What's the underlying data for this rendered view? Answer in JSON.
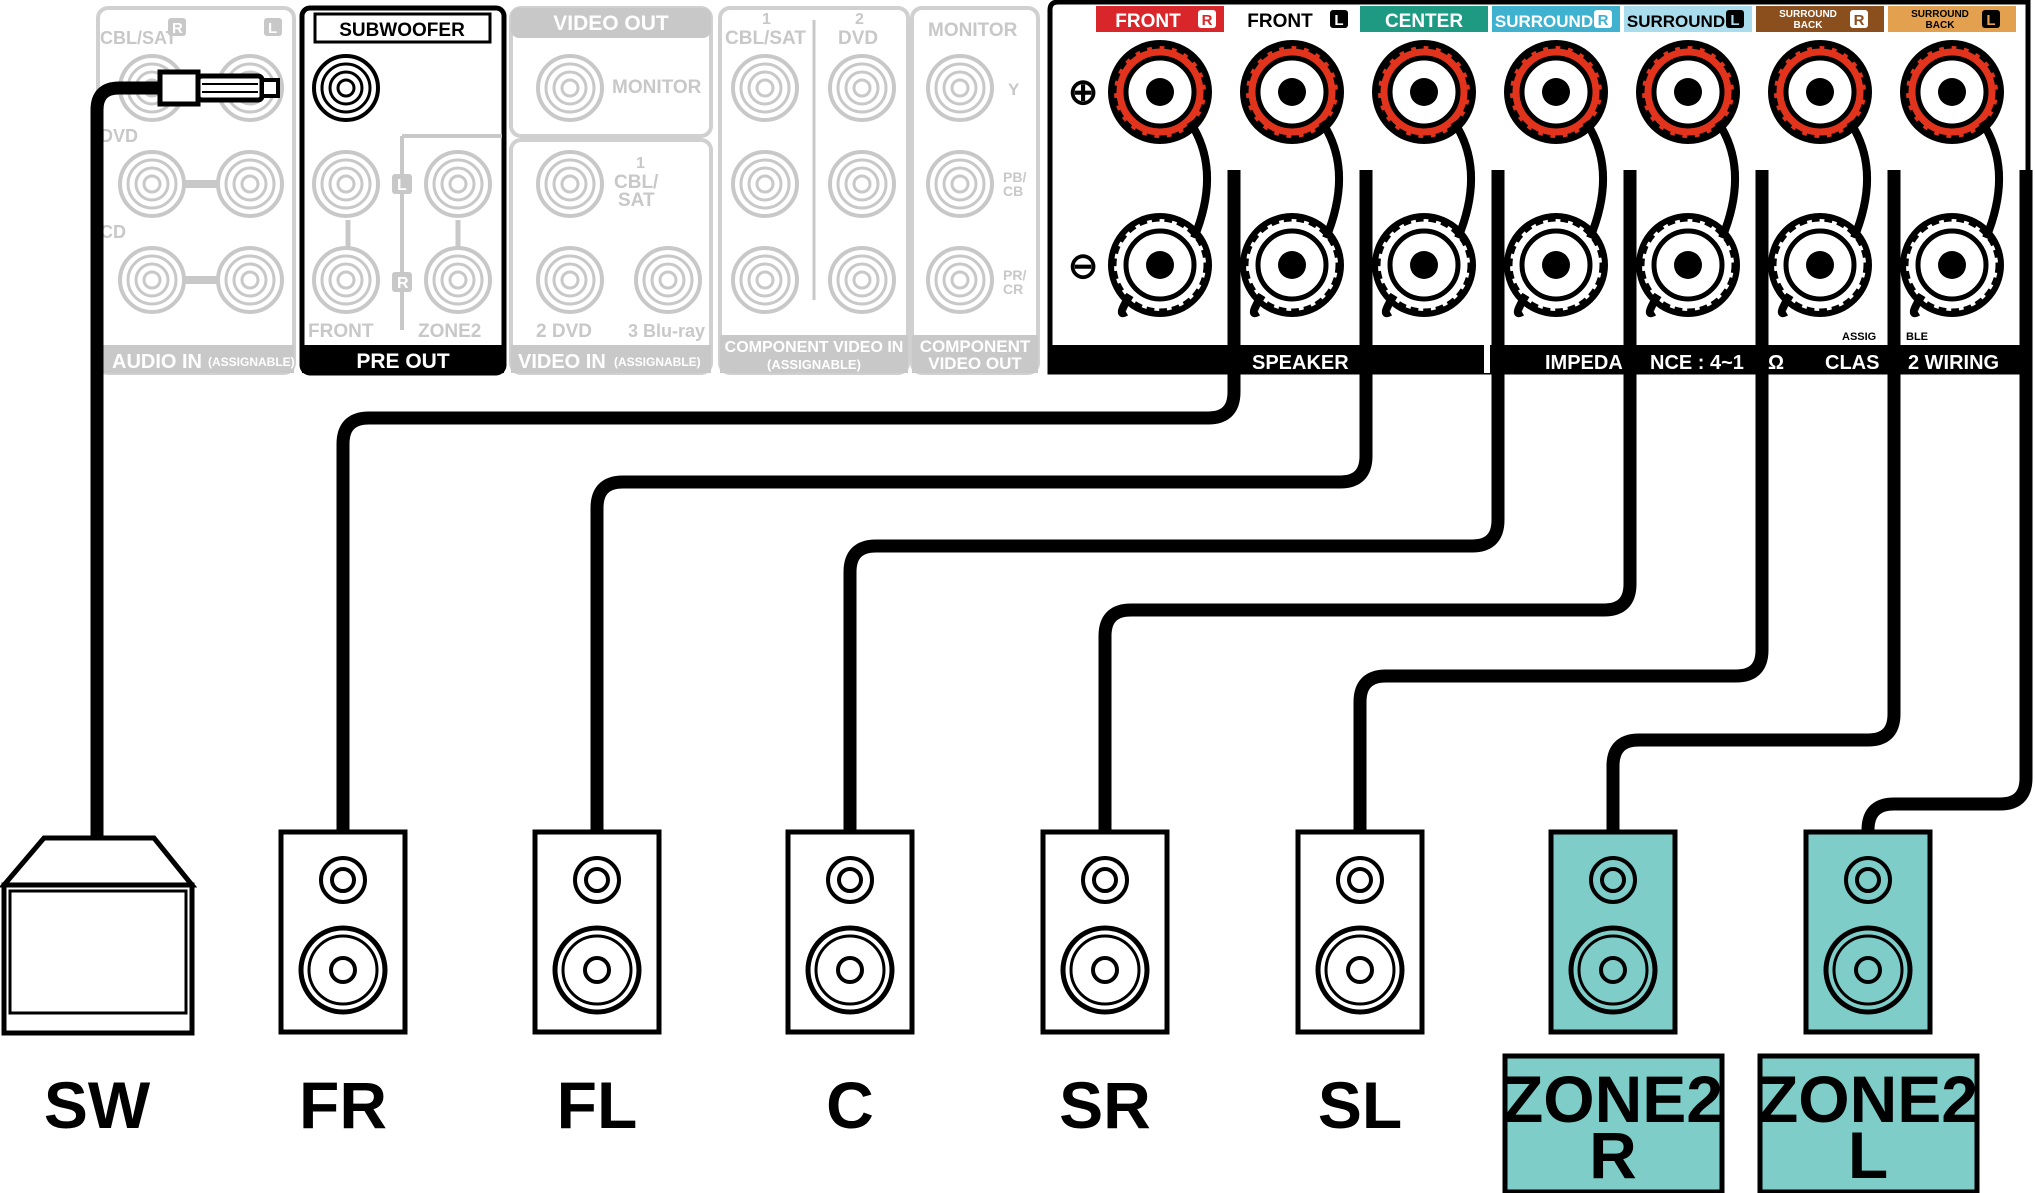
{
  "receiver_panel": {
    "audio_in": {
      "label": "AUDIO IN",
      "sub": "(ASSIGNABLE)",
      "inputs": [
        "CBL/SAT",
        "DVD",
        "CD"
      ],
      "channels": [
        "R",
        "L"
      ]
    },
    "pre_out": {
      "label": "PRE OUT",
      "subwoofer": "SUBWOOFER",
      "front": "FRONT",
      "zone2": "ZONE2",
      "left": "L",
      "right": "R"
    },
    "video_out": {
      "label": "VIDEO OUT",
      "monitor": "MONITOR"
    },
    "video_in": {
      "label": "VIDEO IN",
      "sub": "(ASSIGNABLE)",
      "jack1_num": "1",
      "jack1_name": "CBL/",
      "jack1_name2": "SAT",
      "jack2": "2 DVD",
      "jack3": "3 Blu-ray"
    },
    "component_in": {
      "label": "COMPONENT VIDEO IN",
      "sub": "(ASSIGNABLE)",
      "col1_num": "1",
      "col1": "CBL/SAT",
      "col2_num": "2",
      "col2": "DVD"
    },
    "component_out": {
      "label1": "COMPONENT",
      "label2": "VIDEO OUT",
      "monitor": "MONITOR",
      "y": "Y",
      "pb": "PB/",
      "cb": "CB",
      "pr": "PR/",
      "cr": "CR"
    },
    "speakers": {
      "plus": "⊕",
      "minus": "⊖",
      "bar_labels": [
        "SPEAKER",
        "IMPEDA",
        "NCE : 4~1",
        "Ω",
        "CLAS",
        "2 WIRING"
      ],
      "assignable_partial_1": "ASSIG",
      "assignable_partial_2": "BLE",
      "terminals": [
        {
          "name": "FRONT",
          "side": "R",
          "color": "#d9262b"
        },
        {
          "name": "FRONT",
          "side": "L",
          "color": "#ffffff"
        },
        {
          "name": "CENTER",
          "side": "",
          "color": "#1e9a82"
        },
        {
          "name": "SURROUND",
          "side": "R",
          "color": "#3fb2d0"
        },
        {
          "name": "SURROUND",
          "side": "L",
          "color": "#a9dcec"
        },
        {
          "name": "SURROUND BACK",
          "side": "R",
          "color": "#8a4f1d"
        },
        {
          "name": "SURROUND BACK",
          "side": "L",
          "color": "#e3a04f"
        }
      ]
    }
  },
  "speakers": [
    {
      "id": "SW",
      "label": "SW",
      "type": "subwoofer"
    },
    {
      "id": "FR",
      "label": "FR",
      "type": "bookshelf"
    },
    {
      "id": "FL",
      "label": "FL",
      "type": "bookshelf"
    },
    {
      "id": "C",
      "label": "C",
      "type": "bookshelf"
    },
    {
      "id": "SR",
      "label": "SR",
      "type": "bookshelf"
    },
    {
      "id": "SL",
      "label": "SL",
      "type": "bookshelf"
    },
    {
      "id": "Z2R",
      "label_line1": "ZONE2",
      "label_line2": "R",
      "type": "zone2"
    },
    {
      "id": "Z2L",
      "label_line1": "ZONE2",
      "label_line2": "L",
      "type": "zone2"
    }
  ],
  "colors": {
    "zone2_fill": "#7ecdc8",
    "terminal_red": "#e2341d",
    "faded": "#c8c8c8",
    "cable": "#000000"
  }
}
